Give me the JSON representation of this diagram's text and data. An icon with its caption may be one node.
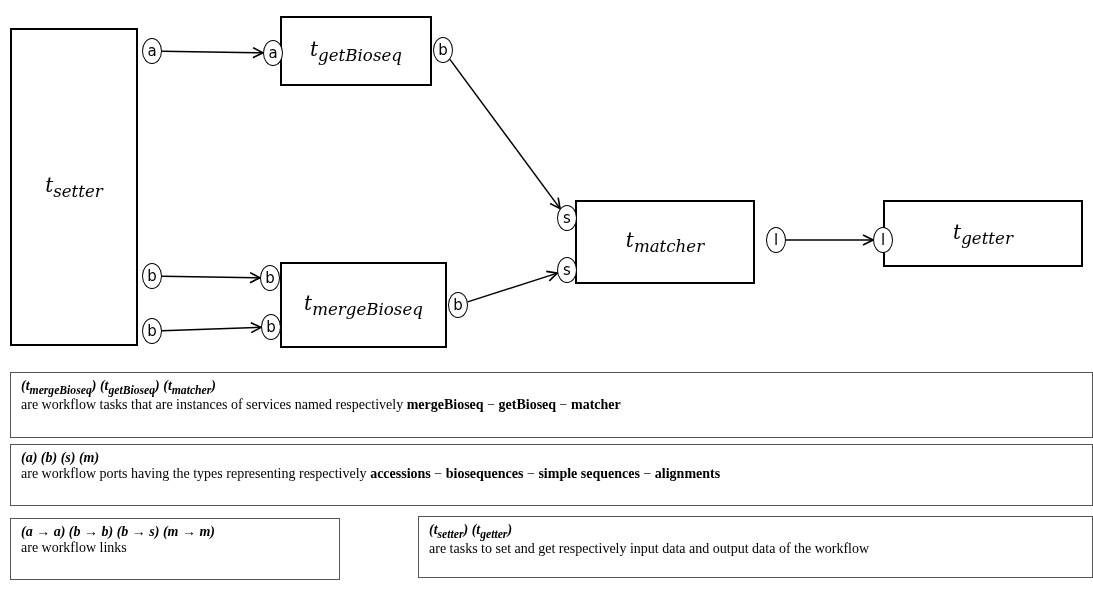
{
  "diagram": {
    "nodes": [
      {
        "text": [
          "t$_{setter}$"
        ]
      },
      {
        "text": [
          "a"
        ]
      },
      {
        "text": [
          "b"
        ]
      },
      {
        "text": [
          "b"
        ]
      },
      {
        "text": [
          "t$_{getBioseq}$"
        ]
      },
      {
        "text": [
          "a"
        ]
      },
      {
        "text": [
          "b"
        ]
      },
      {
        "text": [
          "t$_{mergeBioseq}$"
        ]
      },
      {
        "text": [
          "b"
        ]
      },
      {
        "text": [
          "b"
        ]
      },
      {
        "text": [
          "b"
        ]
      },
      {
        "text": [
          "t$_{matcher}$"
        ]
      },
      {
        "text": [
          "s"
        ]
      },
      {
        "text": [
          "s"
        ]
      },
      {
        "text": [
          "l"
        ]
      },
      {
        "text": [
          "t$_{getter}$"
        ]
      },
      {
        "text": [
          "l"
        ]
      },
      {
        "text": [
          "(t$_{mergeBioseq}$) (t$_{getBioseq}$) (t$_{matcher}$)",
          "are workflow tasks that are instances of services named respectively **mergeBioseq** − **getBioseq** − **matcher**"
        ]
      },
      {
        "text": [
          "(a) (b) (s) (m)",
          "are workflow ports having the types representing respectively **accessions** − **biosequences** − **simple sequences** − **alignments**"
        ]
      },
      {
        "text": [
          "(a → a) (b → b) (b → s) (m → m)",
          "are workflow links"
        ]
      },
      {
        "text": [
          "(t$_{setter}$) (t$_{getter}$)",
          "are tasks to set and get respectively input data and output data of the workflow"
        ]
      }
    ],
    "edges": [
      {
        "from": 1,
        "to": 5,
        "arrow": "to"
      },
      {
        "from": 6,
        "to": 12,
        "arrow": "to"
      },
      {
        "from": 2,
        "to": 8,
        "arrow": "to"
      },
      {
        "from": 3,
        "to": 9,
        "arrow": "to"
      },
      {
        "from": 10,
        "to": 13,
        "arrow": "to"
      },
      {
        "from": 14,
        "to": 16,
        "arrow": "to"
      }
    ]
  }
}
